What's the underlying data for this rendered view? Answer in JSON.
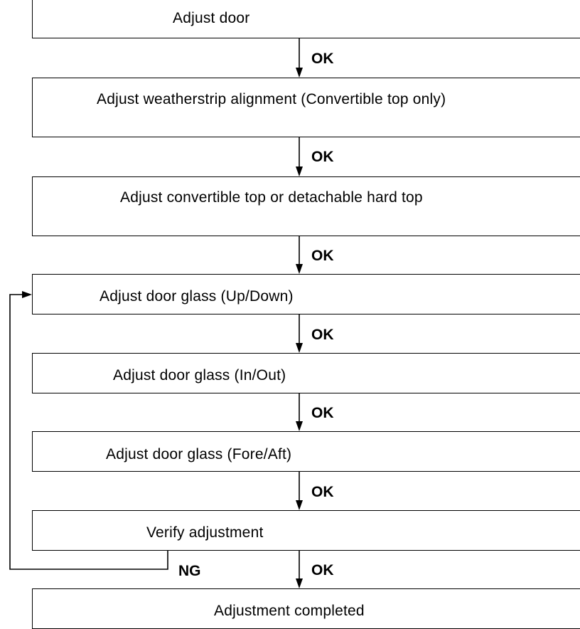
{
  "colors": {
    "ink": "#000000",
    "paper": "#ffffff"
  },
  "steps": [
    {
      "label": "Adjust door"
    },
    {
      "label": "Adjust weatherstrip alignment (Convertible top only)"
    },
    {
      "label": "Adjust convertible top or detachable hard top"
    },
    {
      "label": "Adjust door glass (Up/Down)"
    },
    {
      "label": "Adjust door glass (In/Out)"
    },
    {
      "label": "Adjust door glass (Fore/Aft)"
    },
    {
      "label": "Verify adjustment"
    },
    {
      "label": "Adjustment completed"
    }
  ],
  "connectors": [
    {
      "label": "OK"
    },
    {
      "label": "OK"
    },
    {
      "label": "OK"
    },
    {
      "label": "OK"
    },
    {
      "label": "OK"
    },
    {
      "label": "OK"
    },
    {
      "label": "OK"
    }
  ],
  "loop_back": {
    "label": "NG"
  }
}
